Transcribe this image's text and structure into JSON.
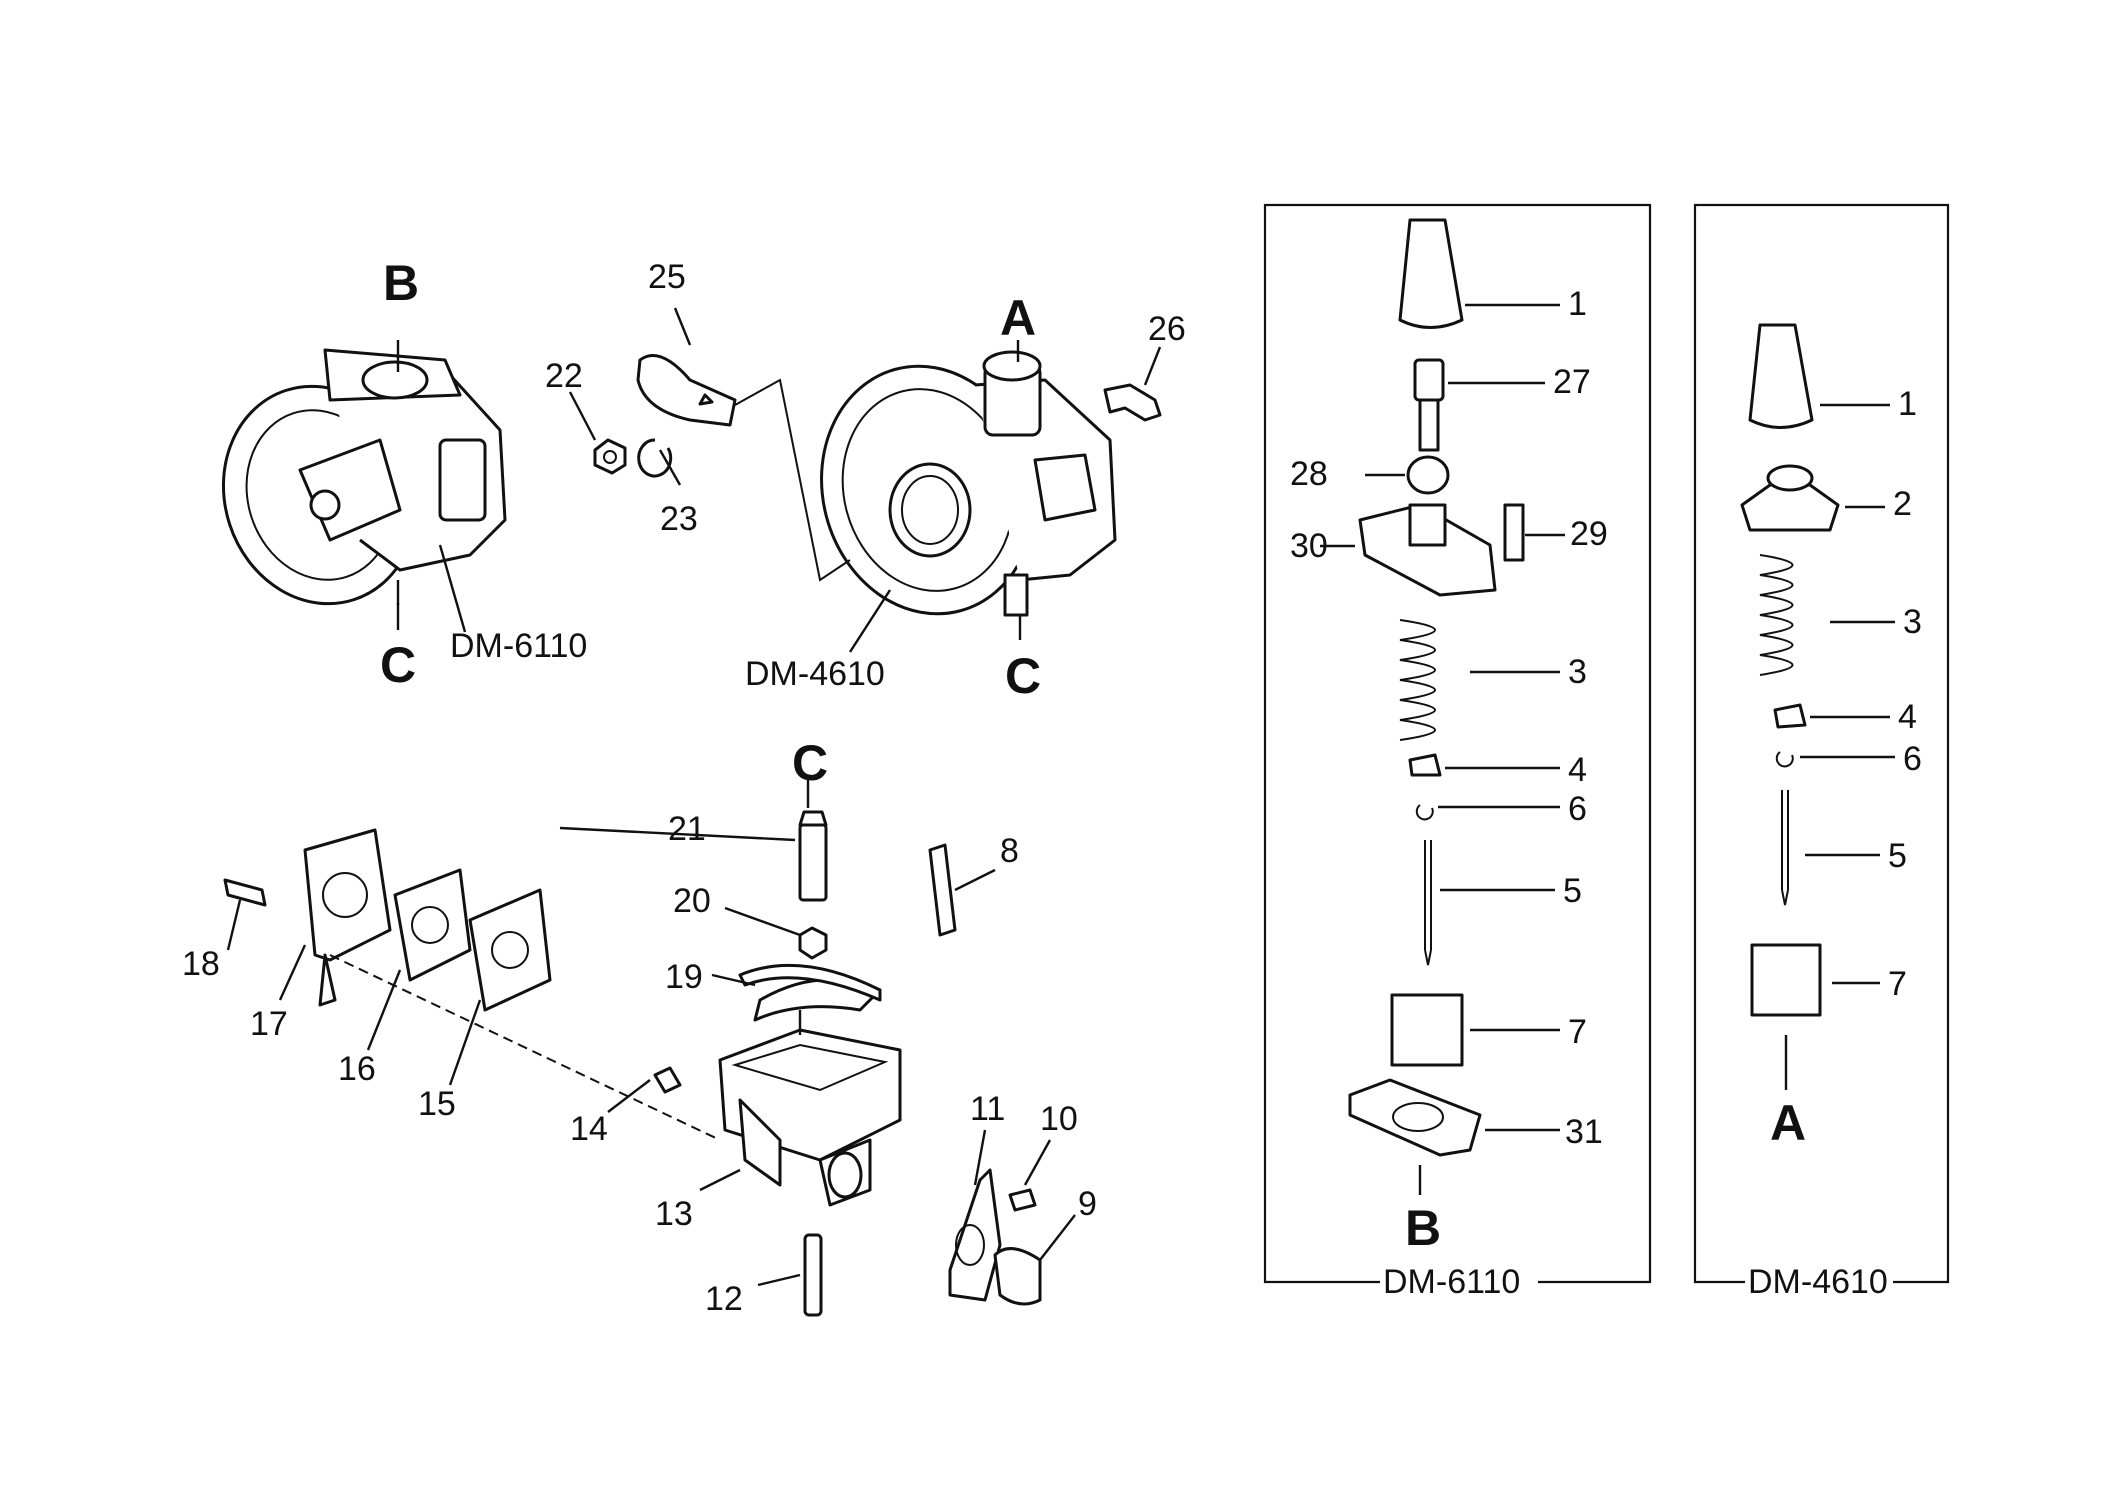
{
  "diagram": {
    "models": {
      "left_assembly": "DM-6110",
      "center_assembly": "DM-4610",
      "box_left": "DM-6110",
      "box_right": "DM-4610"
    },
    "letters": {
      "B_top": "B",
      "A_top": "A",
      "C_left": "C",
      "C_center": "C",
      "C_bottom": "C",
      "B_box": "B",
      "A_box": "A"
    },
    "callouts_main": [
      "25",
      "26",
      "22",
      "23",
      "21",
      "8",
      "20",
      "19",
      "18",
      "17",
      "16",
      "15",
      "14",
      "13",
      "12",
      "11",
      "10",
      "9"
    ],
    "callouts_box_left": [
      "1",
      "27",
      "28",
      "29",
      "30",
      "3",
      "4",
      "6",
      "5",
      "7",
      "31"
    ],
    "callouts_box_right": [
      "1",
      "2",
      "3",
      "4",
      "6",
      "5",
      "7"
    ]
  }
}
